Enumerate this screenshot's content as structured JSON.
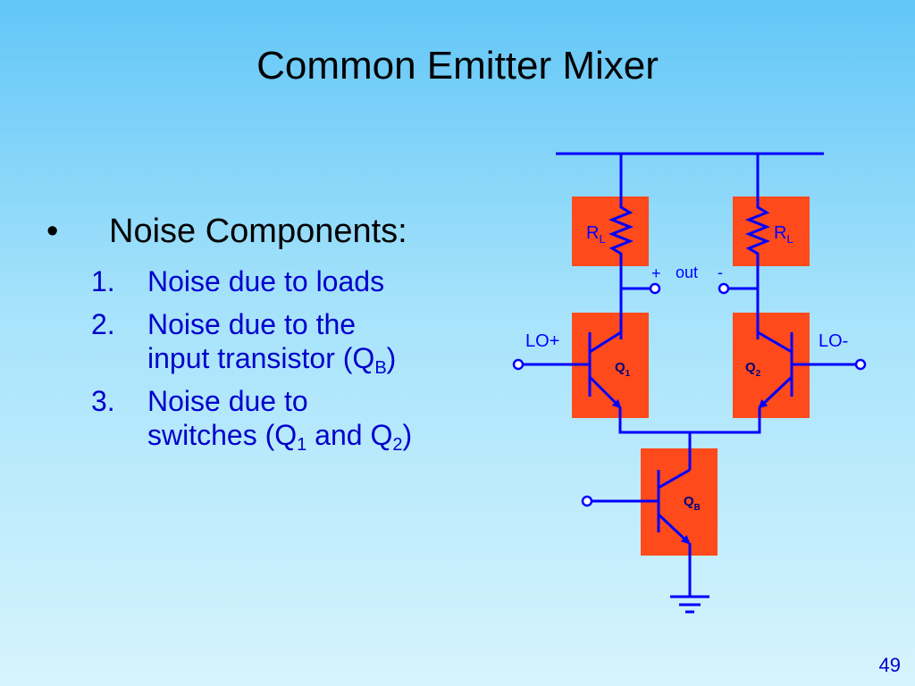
{
  "slide": {
    "title": "Common Emitter Mixer",
    "page_number": "49"
  },
  "content": {
    "bullet_symbol": "•",
    "bullet_text": "Noise Components:",
    "items": [
      {
        "num": "1.",
        "line1": "Noise due to loads"
      },
      {
        "num": "2.",
        "line1": "Noise due to the",
        "line2_prefix": "input transistor (Q",
        "line2_sub": "B",
        "line2_suffix": ")"
      },
      {
        "num": "3.",
        "line1": "Noise due to",
        "line2_prefix": "switches (Q",
        "line2_sub1": "1",
        "line2_mid": " and Q",
        "line2_sub2": "2",
        "line2_suffix": ")"
      }
    ]
  },
  "circuit": {
    "colors": {
      "wire": "#0000ff",
      "box": "#ff4a1c",
      "label": "#0000ff"
    },
    "load_left": {
      "main": "R",
      "sub": "L"
    },
    "load_right": {
      "main": "R",
      "sub": "L"
    },
    "out_plus": "+",
    "out_label": "out",
    "out_minus": "-",
    "lo_plus": "LO+",
    "lo_minus": "LO-",
    "q1": {
      "main": "Q",
      "sub": "1"
    },
    "q2": {
      "main": "Q",
      "sub": "2"
    },
    "qb": {
      "main": "Q",
      "sub": "B"
    }
  }
}
